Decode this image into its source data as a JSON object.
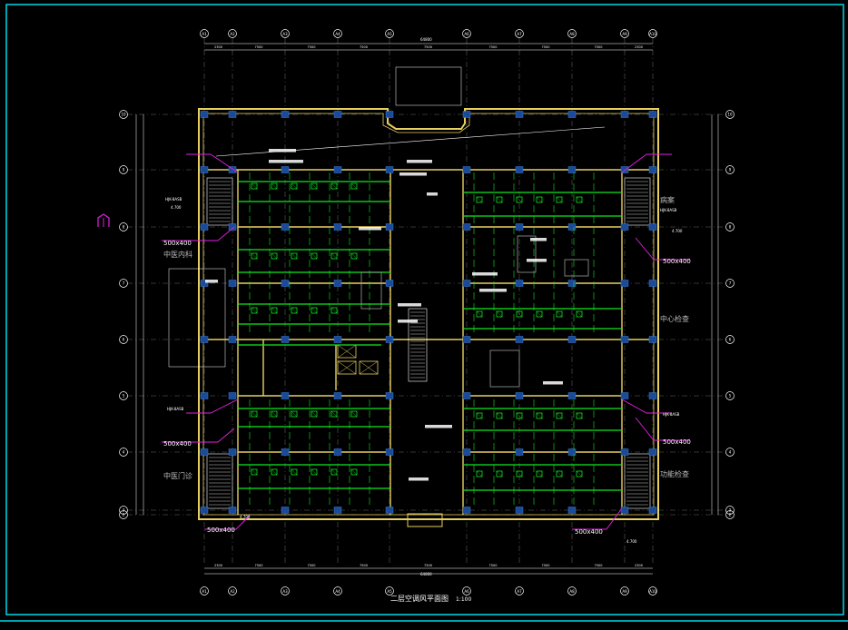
{
  "drawing": {
    "title": "二层空调风平面图",
    "scale": "1:100",
    "colors": {
      "background": "#000000",
      "frame": "#00d8e8",
      "wall": "#e8d060",
      "column": "#1a4a9a",
      "duct": "#10e820",
      "annotation": "#e020e0",
      "text_white": "#ffffff",
      "text_gray": "#b8b8b8",
      "grid_line": "#ffffff"
    }
  },
  "grid": {
    "top_axes": [
      "A1",
      "A2",
      "A3",
      "A4",
      "A5",
      "A6",
      "A7",
      "A8",
      "A9",
      "A10"
    ],
    "bottom_axes": [
      "A1",
      "A2",
      "A3",
      "A4",
      "A5",
      "A6",
      "A7",
      "A8",
      "A9",
      "A10"
    ],
    "left_axes": [
      "10",
      "9",
      "8",
      "7",
      "6",
      "5",
      "4",
      "3",
      "2"
    ],
    "right_axes": [
      "10",
      "9",
      "8",
      "7",
      "6",
      "5",
      "4",
      "3",
      "2"
    ],
    "top_spans": [
      "2300",
      "7500",
      "7500",
      "7500",
      "7500",
      "7500",
      "7500",
      "7500",
      "2300"
    ],
    "bottom_spans": [
      "2300",
      "7500",
      "7500",
      "7500",
      "7500",
      "7500",
      "7500",
      "7500",
      "2300"
    ],
    "overall": "64800"
  },
  "rooms": [
    {
      "name": "中医内科"
    },
    {
      "name": "中医门诊"
    },
    {
      "name": "病案"
    },
    {
      "name": "中心检查"
    },
    {
      "name": "功能检查"
    }
  ],
  "duct_tags": [
    {
      "size": "500x400"
    },
    {
      "size": "500x400"
    },
    {
      "size": "500x400"
    },
    {
      "size": "500x400"
    },
    {
      "size": "500x400"
    },
    {
      "size": "500x400"
    }
  ],
  "unit_tags": [
    "HJK-8ASB",
    "HJK-8ASB",
    "HJK-8ASB",
    "HJK-8ASB"
  ],
  "elevations": [
    "4.700",
    "4.700",
    "4.700",
    "4.700"
  ]
}
